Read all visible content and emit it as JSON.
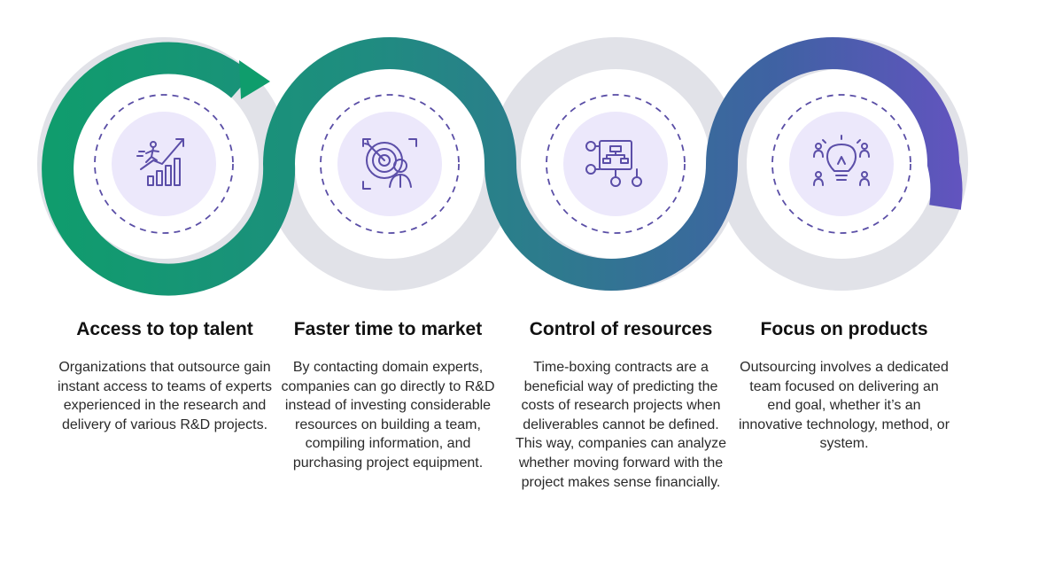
{
  "colors": {
    "green": "#0f9d6c",
    "teal": "#27828a",
    "blue": "#3f62a3",
    "purple": "#6652c2",
    "gray_ring": "#e1e2e8",
    "inner_circle": "#ece8fb",
    "dashed_ring": "#5a4ea6"
  },
  "steps": [
    {
      "title": "Access to top talent",
      "description": "Organizations that outsource gain instant access to teams of experts experienced in the research and delivery of various R&D projects.",
      "icon": "growth-chart-runner-icon"
    },
    {
      "title": "Faster time to market",
      "description": "By contacting domain experts, companies can go directly to R&D instead of investing considerable resources on building a team, compiling information, and purchasing project equipment.",
      "icon": "target-expert-icon"
    },
    {
      "title": "Control of resources",
      "description": "Time-boxing contracts are a beneficial way of predicting the costs of research projects when deliverables cannot be defined. This way, companies can analyze whether moving forward with the project makes sense financially.",
      "icon": "org-flowchart-icon"
    },
    {
      "title": "Focus on products",
      "description": "Outsourcing involves a dedicated team focused on delivering an end goal, whether it’s an innovative technology, method, or system.",
      "icon": "lightbulb-team-icon"
    }
  ]
}
